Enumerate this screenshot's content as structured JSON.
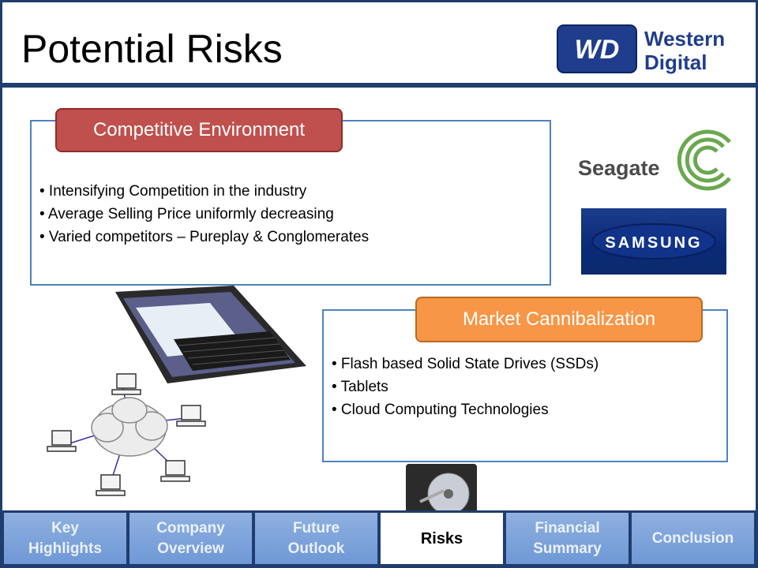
{
  "header": {
    "title": "Potential Risks"
  },
  "logos": {
    "western_digital": {
      "mark": "WD",
      "line1": "Western",
      "line2": "Digital"
    },
    "seagate": "Seagate",
    "samsung": "SAMSUNG"
  },
  "competitive": {
    "heading": "Competitive Environment",
    "bullets": [
      "• Intensifying Competition in the industry",
      "• Average Selling Price uniformly decreasing",
      "• Varied competitors – Pureplay & Conglomerates"
    ]
  },
  "market": {
    "heading": "Market Cannibalization",
    "bullets": [
      "• Flash based Solid State Drives (SSDs)",
      "• Tablets",
      "• Cloud Computing Technologies"
    ]
  },
  "nav": {
    "items": [
      {
        "label": "Key\nHighlights"
      },
      {
        "label": "Company\nOverview"
      },
      {
        "label": "Future\nOutlook"
      },
      {
        "label": "Risks"
      },
      {
        "label": "Financial\nSummary"
      },
      {
        "label": "Conclusion"
      }
    ]
  },
  "colors": {
    "frame": "#1f3d6e",
    "box_border": "#4f81bd",
    "competitive_tab": "#c0504d",
    "market_tab": "#f79646",
    "nav_inactive": "#7fa3dc"
  }
}
